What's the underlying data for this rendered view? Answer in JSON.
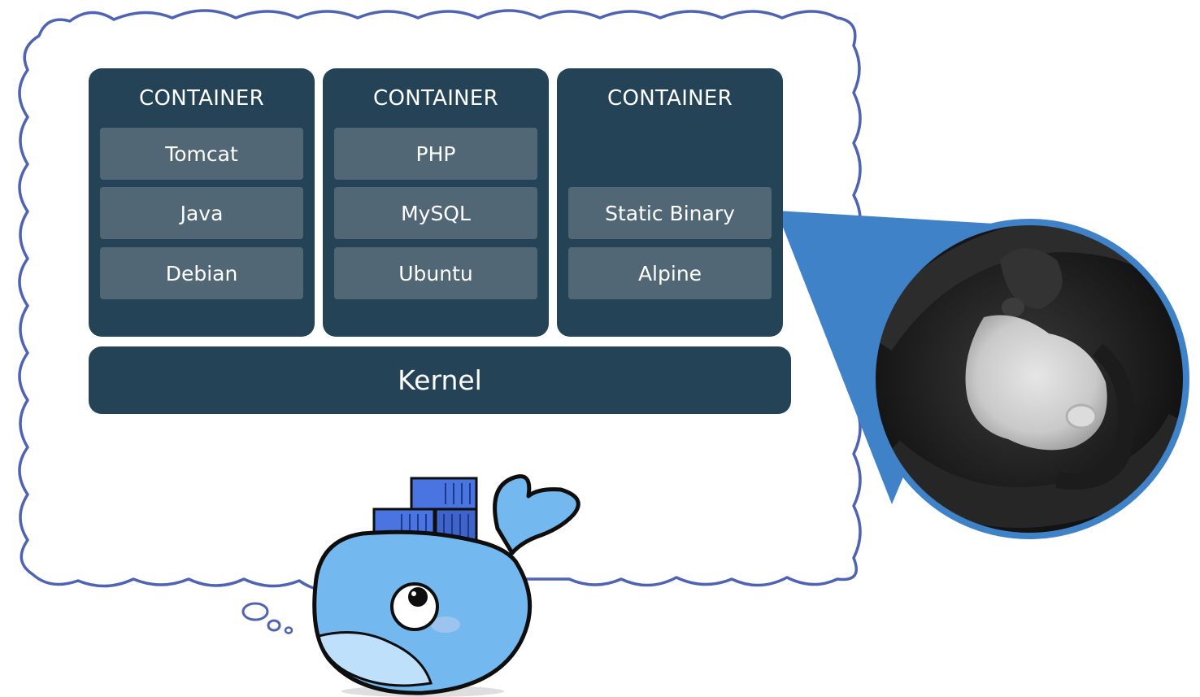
{
  "diagram": {
    "containers": [
      {
        "title": "CONTAINER",
        "layers": [
          "Tomcat",
          "Java",
          "Debian"
        ]
      },
      {
        "title": "CONTAINER",
        "layers": [
          "PHP",
          "MySQL",
          "Ubuntu"
        ]
      },
      {
        "title": "CONTAINER",
        "layers": [
          "Static Binary",
          "Alpine"
        ]
      }
    ],
    "kernel": "Kernel"
  },
  "colors": {
    "container_bg": "#244356",
    "layer_bg": "#516775",
    "callout_blue": "#3f82c8",
    "cloud_outline": "#4f63b5",
    "whale_body": "#74b8f0",
    "cargo_blue": "#4a74e0"
  },
  "icons": [
    "thought-cloud",
    "docker-whale-icon",
    "shipping-containers-icon",
    "magnifier-callout",
    "scan-image"
  ]
}
